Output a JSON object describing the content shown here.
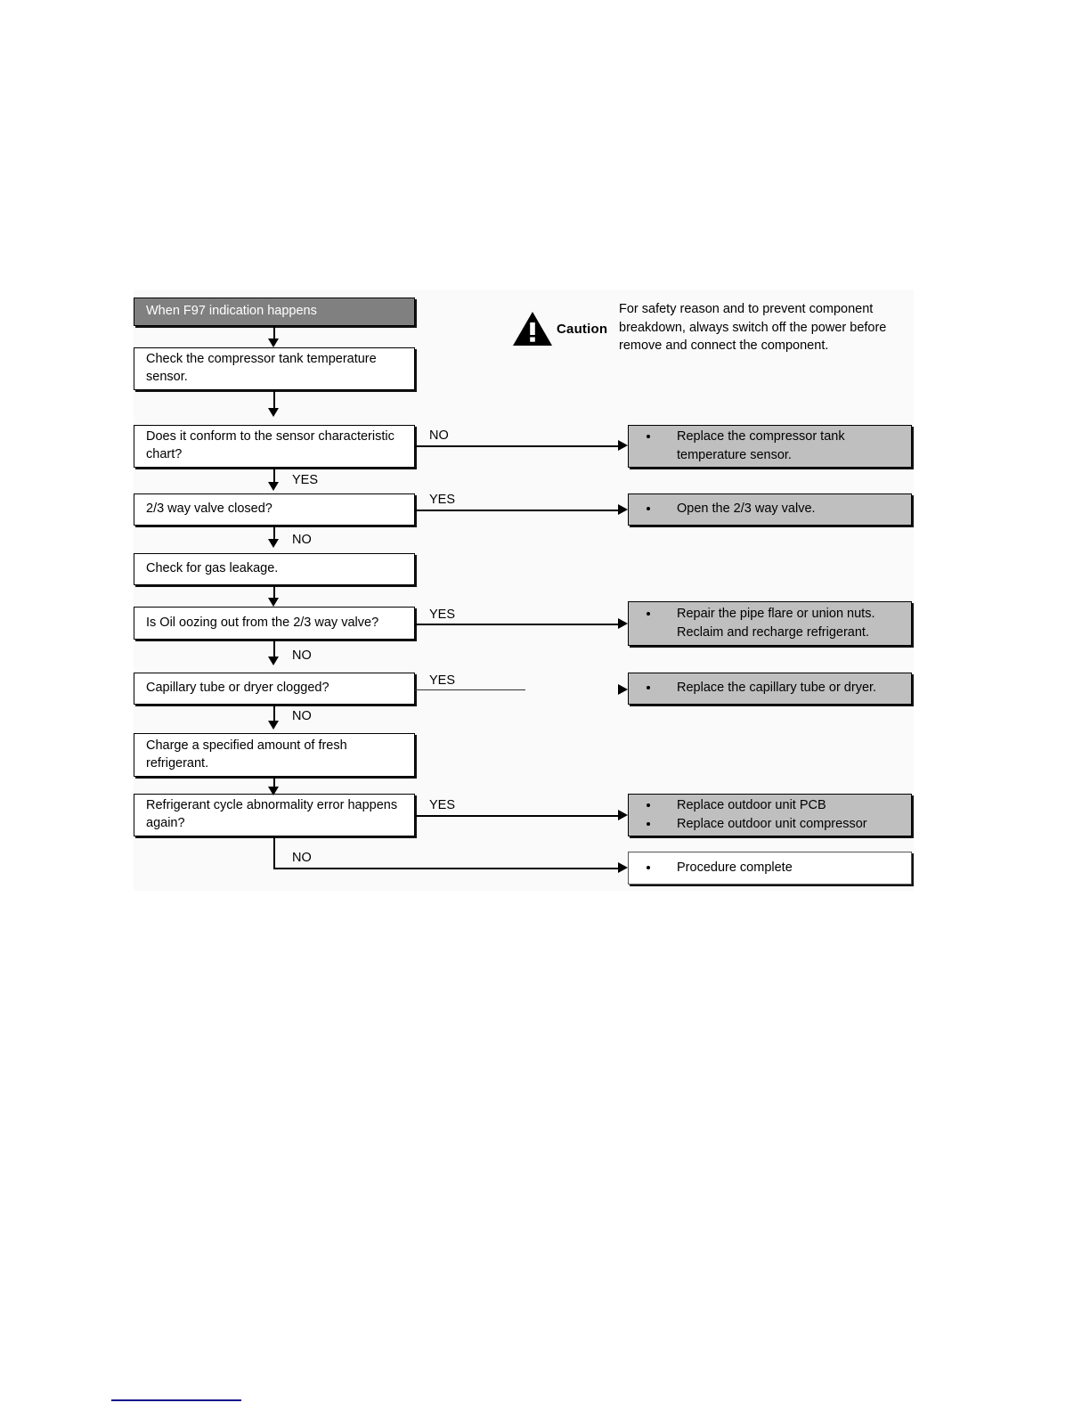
{
  "document": {
    "title": "When F97 indication happens"
  },
  "caution": {
    "icon": "warning-triangle-icon",
    "word": "Caution",
    "text": "For safety reason and to prevent component breakdown, always switch off the power before remove and connect the component."
  },
  "flow": {
    "title_node": "When F97 indication happens",
    "steps": [
      {
        "id": "check-sensor",
        "text": "Check the compressor tank temperature sensor."
      },
      {
        "id": "conform-chart",
        "text": "Does it conform to the sensor characteristic chart?"
      },
      {
        "id": "valve-closed",
        "text": "2/3 way valve closed?"
      },
      {
        "id": "check-leakage",
        "text": "Check for gas leakage."
      },
      {
        "id": "oil-oozing",
        "text": "Is Oil oozing out from the 2/3 way valve?"
      },
      {
        "id": "capillary",
        "text": "Capillary tube or dryer clogged?"
      },
      {
        "id": "charge",
        "text": "Charge a specified amount of fresh refrigerant."
      },
      {
        "id": "error-again",
        "text": "Refrigerant cycle abnormality error happens again?"
      }
    ],
    "actions": [
      {
        "id": "replace-sensor",
        "lines": [
          "Replace the compressor tank temperature sensor."
        ]
      },
      {
        "id": "open-valve",
        "lines": [
          "Open the 2/3 way valve."
        ]
      },
      {
        "id": "repair-flare",
        "lines": [
          "Repair the pipe flare or union nuts. Reclaim and recharge refrigerant."
        ]
      },
      {
        "id": "replace-capillary",
        "lines": [
          "Replace the capillary tube or dryer."
        ]
      },
      {
        "id": "replace-pcb",
        "lines": [
          "Replace outdoor unit PCB",
          "Replace outdoor unit compressor"
        ]
      },
      {
        "id": "complete",
        "lines": [
          "Procedure complete"
        ]
      }
    ],
    "branch_labels": {
      "conform_no": "NO",
      "conform_yes": "YES",
      "valve_yes": "YES",
      "valve_no": "NO",
      "oil_yes": "YES",
      "oil_no": "NO",
      "capillary_yes": "YES",
      "capillary_no": "NO",
      "error_yes": "YES",
      "error_no": "NO"
    }
  },
  "colors": {
    "title_bar": "#808080",
    "action_box": "#bfbfbf",
    "panel_bg": "#fafafa",
    "footer_rule": "#14148c",
    "line": "#000000"
  }
}
